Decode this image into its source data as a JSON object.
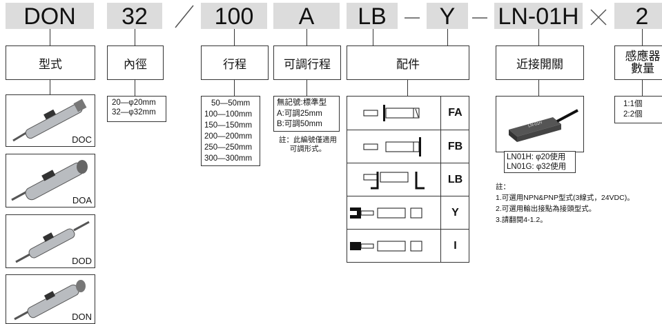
{
  "header": {
    "segments": [
      "DON",
      "32",
      "100",
      "A",
      "LB",
      "Y",
      "LN-01H",
      "2"
    ],
    "separators": [
      "／",
      "－",
      "－",
      "×"
    ]
  },
  "categories": {
    "model": "型式",
    "bore": "內徑",
    "stroke": "行程",
    "adjustable": "可調行程",
    "accessory": "配件",
    "switch": "近接開關",
    "quantity_line1": "感應器",
    "quantity_line2": "數量"
  },
  "models": [
    "DOC",
    "DOA",
    "DOD",
    "DON"
  ],
  "bore_options": [
    "20—φ20mm",
    "32—φ32mm"
  ],
  "stroke_options": [
    "50—50mm",
    "100—100mm",
    "150—150mm",
    "200—200mm",
    "250—250mm",
    "300—300mm"
  ],
  "adjustable_options": [
    "無記號:標準型",
    "A:可調25mm",
    "B:可調50mm"
  ],
  "adjustable_note_line1": "註：此編號僅適用",
  "adjustable_note_line2": "可調形式。",
  "accessories": [
    "FA",
    "FB",
    "LB",
    "Y",
    "I"
  ],
  "switch_options": [
    "LN01H: φ20使用",
    "LN01G: φ32使用"
  ],
  "switch_photo_label": "LN-01H",
  "switch_notes": {
    "title": "註：",
    "items": [
      "1.可選用NPN&PNP型式(3線式，24VDC)。",
      "2.可選用輸出接點為接頭型式。",
      "3.請翻閱4-1.2。"
    ]
  },
  "quantity_options": [
    "1:1個",
    "2:2個"
  ]
}
